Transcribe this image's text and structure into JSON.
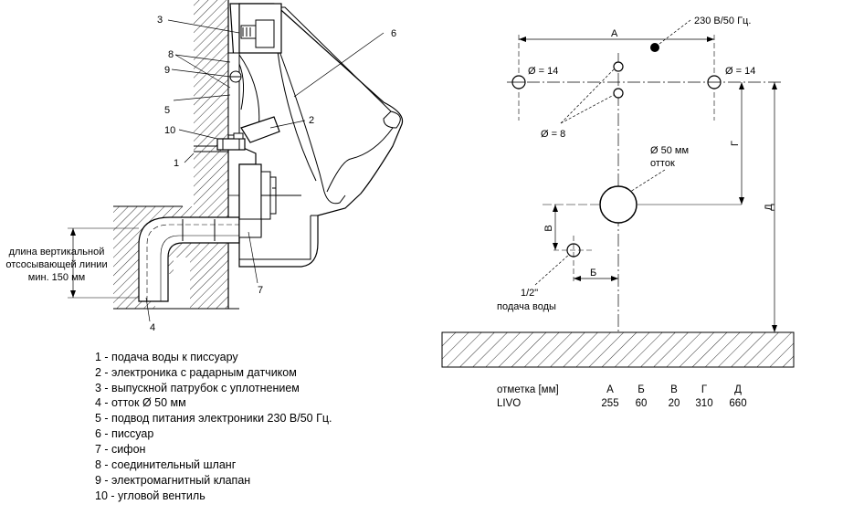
{
  "diagram": {
    "callouts": {
      "n3": "3",
      "n8": "8",
      "n9": "9",
      "n5": "5",
      "n10": "10",
      "n1": "1",
      "n6": "6",
      "n2": "2",
      "n7": "7",
      "n4": "4"
    },
    "min_line_label": [
      "длина вертикальной",
      "отсосывающей линии",
      "мин. 150 мм"
    ],
    "legend": [
      "1 - подача воды к писсуару",
      "2 - электроника с радарным  датчиком",
      "3 - выпускной патрубок с уплотнением",
      "4 - отток Ø 50 мм",
      "5 - подвод питания электроники 230 В/50 Гц.",
      "6 - писсуар",
      "7 - сифон",
      "8 - соединительный шланг",
      "9 - электромагнитный клапан",
      "10 - угловой вентиль"
    ],
    "plan": {
      "power_label": "230 В/50 Гц.",
      "dim_a": "А",
      "hole_14_left": "Ø = 14",
      "hole_14_right": "Ø = 14",
      "hole_8": "Ø = 8",
      "drain_label": [
        "Ø 50 мм",
        "отток"
      ],
      "dim_v": "В",
      "dim_b": "Б",
      "dim_g": "Г",
      "dim_d": "Д",
      "water_label": [
        "1/2\"",
        "подача воды"
      ]
    },
    "table": {
      "header": [
        "отметка [мм]",
        "А",
        "Б",
        "В",
        "Г",
        "Д"
      ],
      "rows": [
        [
          "LIVO",
          "255",
          "60",
          "20",
          "310",
          "660"
        ]
      ]
    }
  }
}
